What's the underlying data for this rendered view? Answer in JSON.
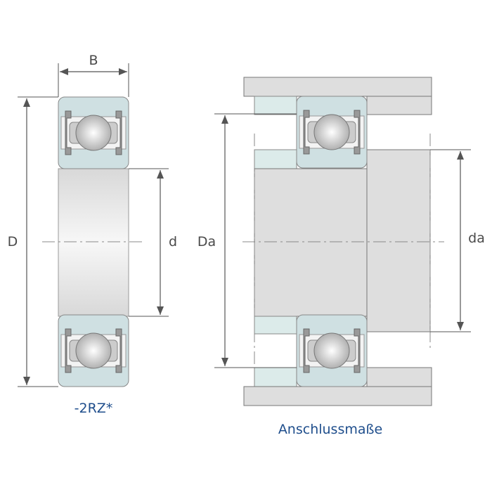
{
  "labels": {
    "B": "B",
    "D": "D",
    "d": "d",
    "Da": "Da",
    "da": "da"
  },
  "captions": {
    "variant": "-2RZ*",
    "mounting": "Anschlussmaße"
  },
  "colors": {
    "caption": "#1f4e8c",
    "ring": "#cfe0e2",
    "housing": "#dedede"
  }
}
